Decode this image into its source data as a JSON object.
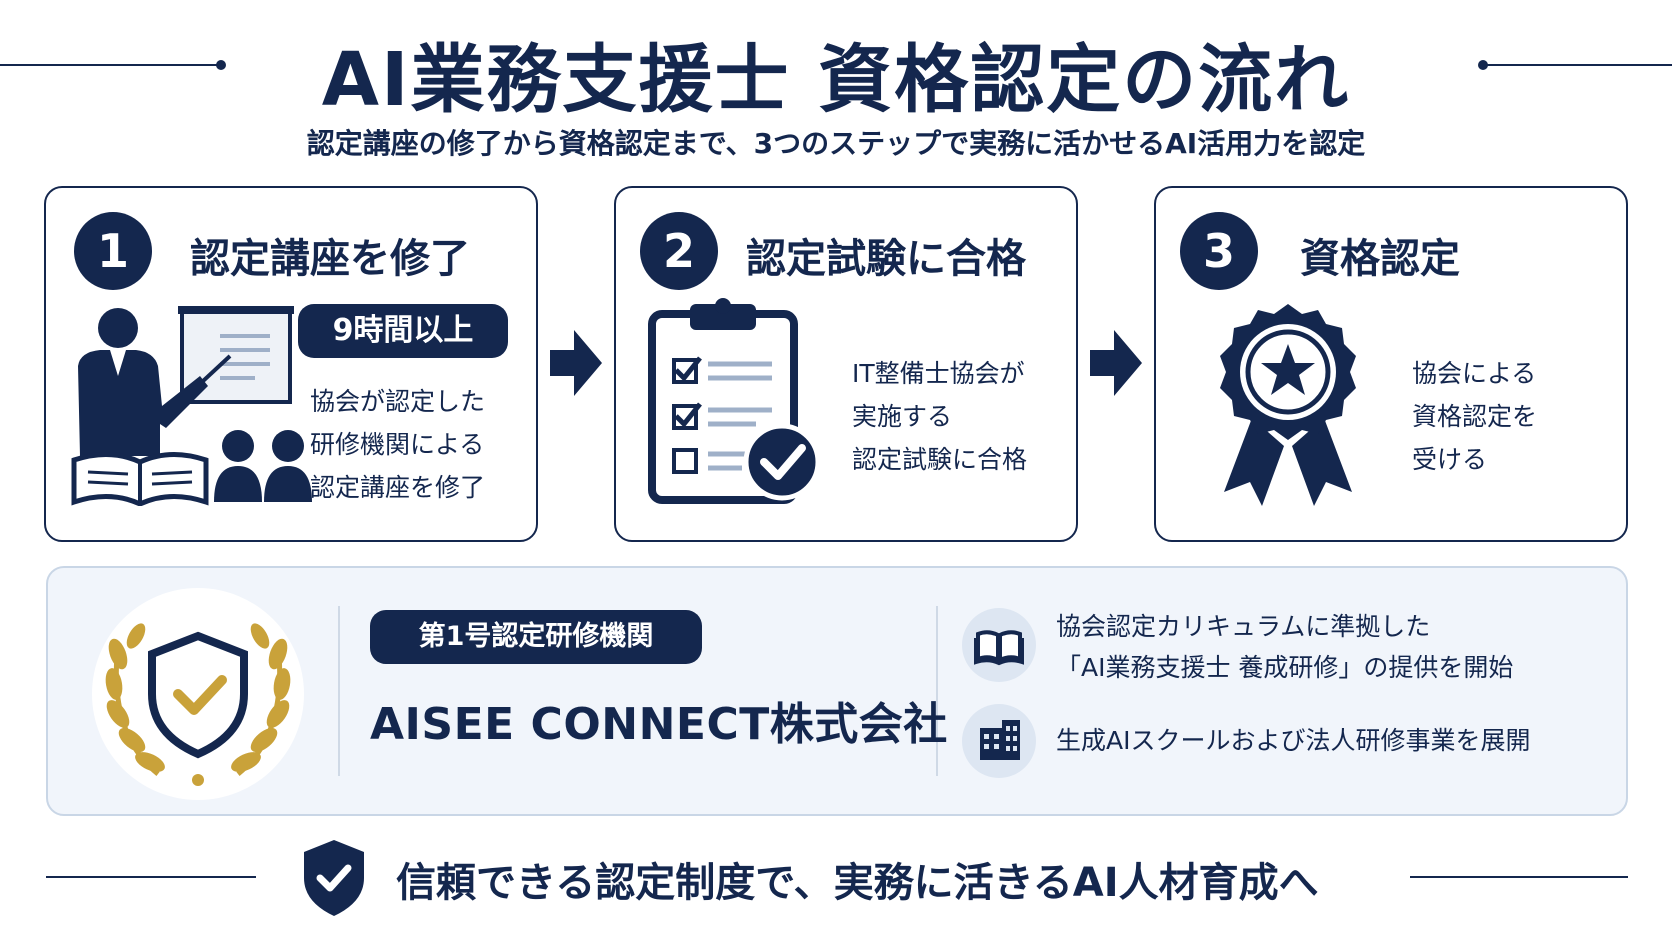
{
  "header": {
    "title": "AI業務支援士 資格認定の流れ",
    "subtitle": "認定講座の修了から資格認定まで、3つのステップで実務に活かせるAI活用力を認定"
  },
  "steps": [
    {
      "number": "1",
      "title": "認定講座を修了",
      "badge": "9時間以上",
      "lines": [
        "協会が認定した",
        "研修機関による",
        "認定講座を修了"
      ]
    },
    {
      "number": "2",
      "title": "認定試験に合格",
      "lines": [
        "IT整備士協会が",
        "実施する",
        "認定試験に合格"
      ]
    },
    {
      "number": "3",
      "title": "資格認定",
      "lines": [
        "協会による",
        "資格認定を",
        "受ける"
      ]
    }
  ],
  "institution": {
    "badge": "第1号認定研修機関",
    "name": "AISEE CONNECT株式会社",
    "features": [
      {
        "icon": "book-icon",
        "lines": [
          "協会認定カリキュラムに準拠した",
          "「AI業務支援士 養成研修」の提供を開始"
        ]
      },
      {
        "icon": "building-icon",
        "lines": [
          "生成AIスクールおよび法人研修事業を展開"
        ]
      }
    ]
  },
  "footer": {
    "text": "信頼できる認定制度で、実務に活きるAI人材育成へ"
  },
  "colors": {
    "navy": "#14274e",
    "gold": "#c9a23a",
    "panel_bg": "#f1f5fb"
  }
}
